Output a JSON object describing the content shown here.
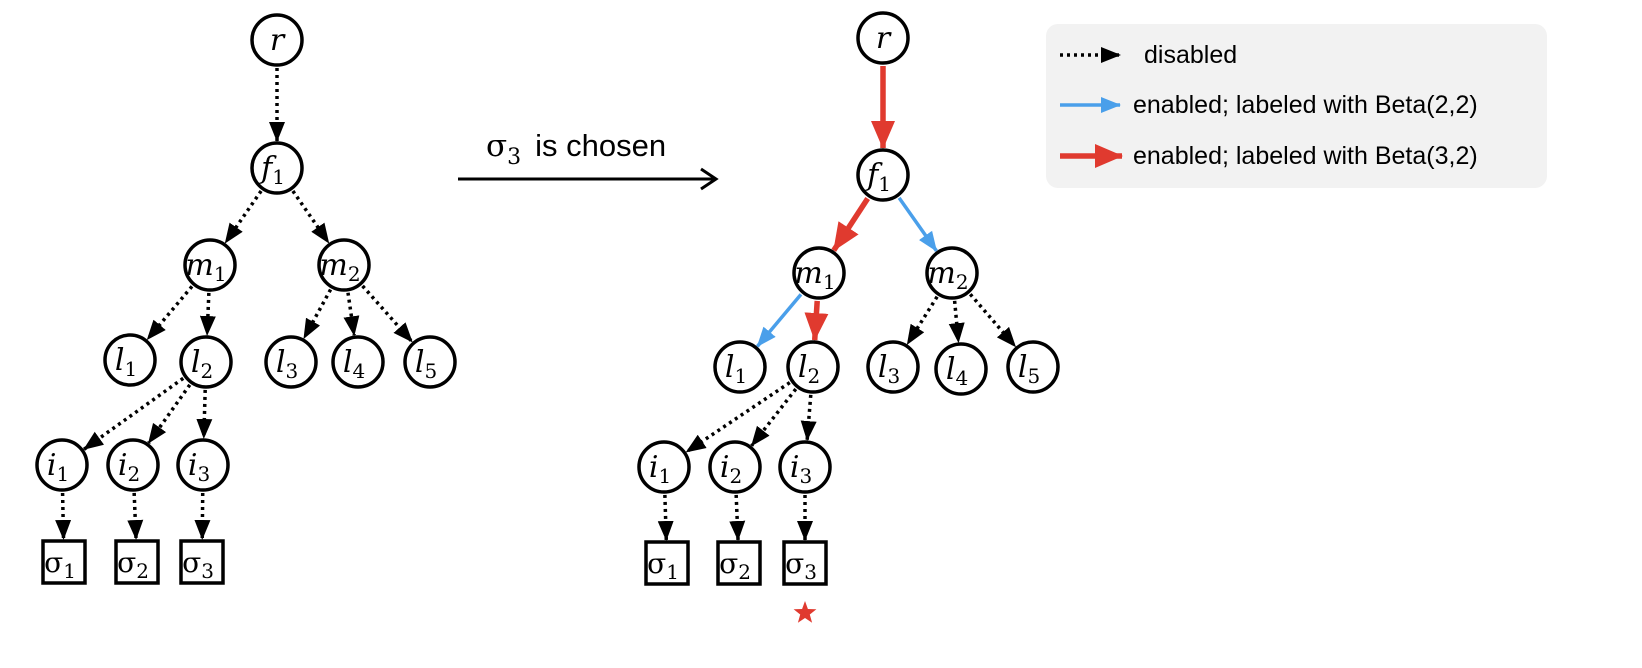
{
  "colors": {
    "disabled": "#000000",
    "beta22": "#4A9FEA",
    "beta32": "#E03A2F",
    "legend_bg": "#F2F2F2",
    "star": "#E03A2F"
  },
  "legend": {
    "disabled": "disabled",
    "beta22": "enabled; labeled with Beta(2,2)",
    "beta32": "enabled; labeled with Beta(3,2)"
  },
  "transition": {
    "symbol": "σ",
    "subscript": "3",
    "text": "is chosen"
  },
  "trees": [
    {
      "id": "before",
      "nodes": [
        {
          "id": "r",
          "base": "r",
          "sub": "",
          "kind": "circle"
        },
        {
          "id": "f1",
          "base": "f",
          "sub": "1",
          "kind": "circle"
        },
        {
          "id": "m1",
          "base": "m",
          "sub": "1",
          "kind": "circle"
        },
        {
          "id": "m2",
          "base": "m",
          "sub": "2",
          "kind": "circle"
        },
        {
          "id": "l1",
          "base": "l",
          "sub": "1",
          "kind": "circle"
        },
        {
          "id": "l2",
          "base": "l",
          "sub": "2",
          "kind": "circle"
        },
        {
          "id": "l3",
          "base": "l",
          "sub": "3",
          "kind": "circle"
        },
        {
          "id": "l4",
          "base": "l",
          "sub": "4",
          "kind": "circle"
        },
        {
          "id": "l5",
          "base": "l",
          "sub": "5",
          "kind": "circle"
        },
        {
          "id": "i1",
          "base": "i",
          "sub": "1",
          "kind": "circle"
        },
        {
          "id": "i2",
          "base": "i",
          "sub": "2",
          "kind": "circle"
        },
        {
          "id": "i3",
          "base": "i",
          "sub": "3",
          "kind": "circle"
        },
        {
          "id": "s1",
          "base": "σ",
          "sub": "1",
          "kind": "box"
        },
        {
          "id": "s2",
          "base": "σ",
          "sub": "2",
          "kind": "box"
        },
        {
          "id": "s3",
          "base": "σ",
          "sub": "3",
          "kind": "box"
        }
      ],
      "edges": [
        {
          "from": "r",
          "to": "f1",
          "style": "disabled"
        },
        {
          "from": "f1",
          "to": "m1",
          "style": "disabled"
        },
        {
          "from": "f1",
          "to": "m2",
          "style": "disabled"
        },
        {
          "from": "m1",
          "to": "l1",
          "style": "disabled"
        },
        {
          "from": "m1",
          "to": "l2",
          "style": "disabled"
        },
        {
          "from": "m2",
          "to": "l3",
          "style": "disabled"
        },
        {
          "from": "m2",
          "to": "l4",
          "style": "disabled"
        },
        {
          "from": "m2",
          "to": "l5",
          "style": "disabled"
        },
        {
          "from": "l2",
          "to": "i1",
          "style": "disabled"
        },
        {
          "from": "l2",
          "to": "i2",
          "style": "disabled"
        },
        {
          "from": "l2",
          "to": "i3",
          "style": "disabled"
        },
        {
          "from": "i1",
          "to": "s1",
          "style": "disabled"
        },
        {
          "from": "i2",
          "to": "s2",
          "style": "disabled"
        },
        {
          "from": "i3",
          "to": "s3",
          "style": "disabled"
        }
      ],
      "marked": ""
    },
    {
      "id": "after",
      "nodes": [
        {
          "id": "r",
          "base": "r",
          "sub": "",
          "kind": "circle"
        },
        {
          "id": "f1",
          "base": "f",
          "sub": "1",
          "kind": "circle"
        },
        {
          "id": "m1",
          "base": "m",
          "sub": "1",
          "kind": "circle"
        },
        {
          "id": "m2",
          "base": "m",
          "sub": "2",
          "kind": "circle"
        },
        {
          "id": "l1",
          "base": "l",
          "sub": "1",
          "kind": "circle"
        },
        {
          "id": "l2",
          "base": "l",
          "sub": "2",
          "kind": "circle"
        },
        {
          "id": "l3",
          "base": "l",
          "sub": "3",
          "kind": "circle"
        },
        {
          "id": "l4",
          "base": "l",
          "sub": "4",
          "kind": "circle"
        },
        {
          "id": "l5",
          "base": "l",
          "sub": "5",
          "kind": "circle"
        },
        {
          "id": "i1",
          "base": "i",
          "sub": "1",
          "kind": "circle"
        },
        {
          "id": "i2",
          "base": "i",
          "sub": "2",
          "kind": "circle"
        },
        {
          "id": "i3",
          "base": "i",
          "sub": "3",
          "kind": "circle"
        },
        {
          "id": "s1",
          "base": "σ",
          "sub": "1",
          "kind": "box"
        },
        {
          "id": "s2",
          "base": "σ",
          "sub": "2",
          "kind": "box"
        },
        {
          "id": "s3",
          "base": "σ",
          "sub": "3",
          "kind": "box"
        }
      ],
      "edges": [
        {
          "from": "r",
          "to": "f1",
          "style": "beta32"
        },
        {
          "from": "f1",
          "to": "m1",
          "style": "beta32"
        },
        {
          "from": "f1",
          "to": "m2",
          "style": "beta22"
        },
        {
          "from": "m1",
          "to": "l1",
          "style": "beta22"
        },
        {
          "from": "m1",
          "to": "l2",
          "style": "beta32"
        },
        {
          "from": "m2",
          "to": "l3",
          "style": "disabled"
        },
        {
          "from": "m2",
          "to": "l4",
          "style": "disabled"
        },
        {
          "from": "m2",
          "to": "l5",
          "style": "disabled"
        },
        {
          "from": "l2",
          "to": "i1",
          "style": "disabled"
        },
        {
          "from": "l2",
          "to": "i2",
          "style": "disabled"
        },
        {
          "from": "l2",
          "to": "i3",
          "style": "disabled"
        },
        {
          "from": "i1",
          "to": "s1",
          "style": "disabled"
        },
        {
          "from": "i2",
          "to": "s2",
          "style": "disabled"
        },
        {
          "from": "i3",
          "to": "s3",
          "style": "disabled"
        }
      ],
      "marked": "s3"
    }
  ]
}
